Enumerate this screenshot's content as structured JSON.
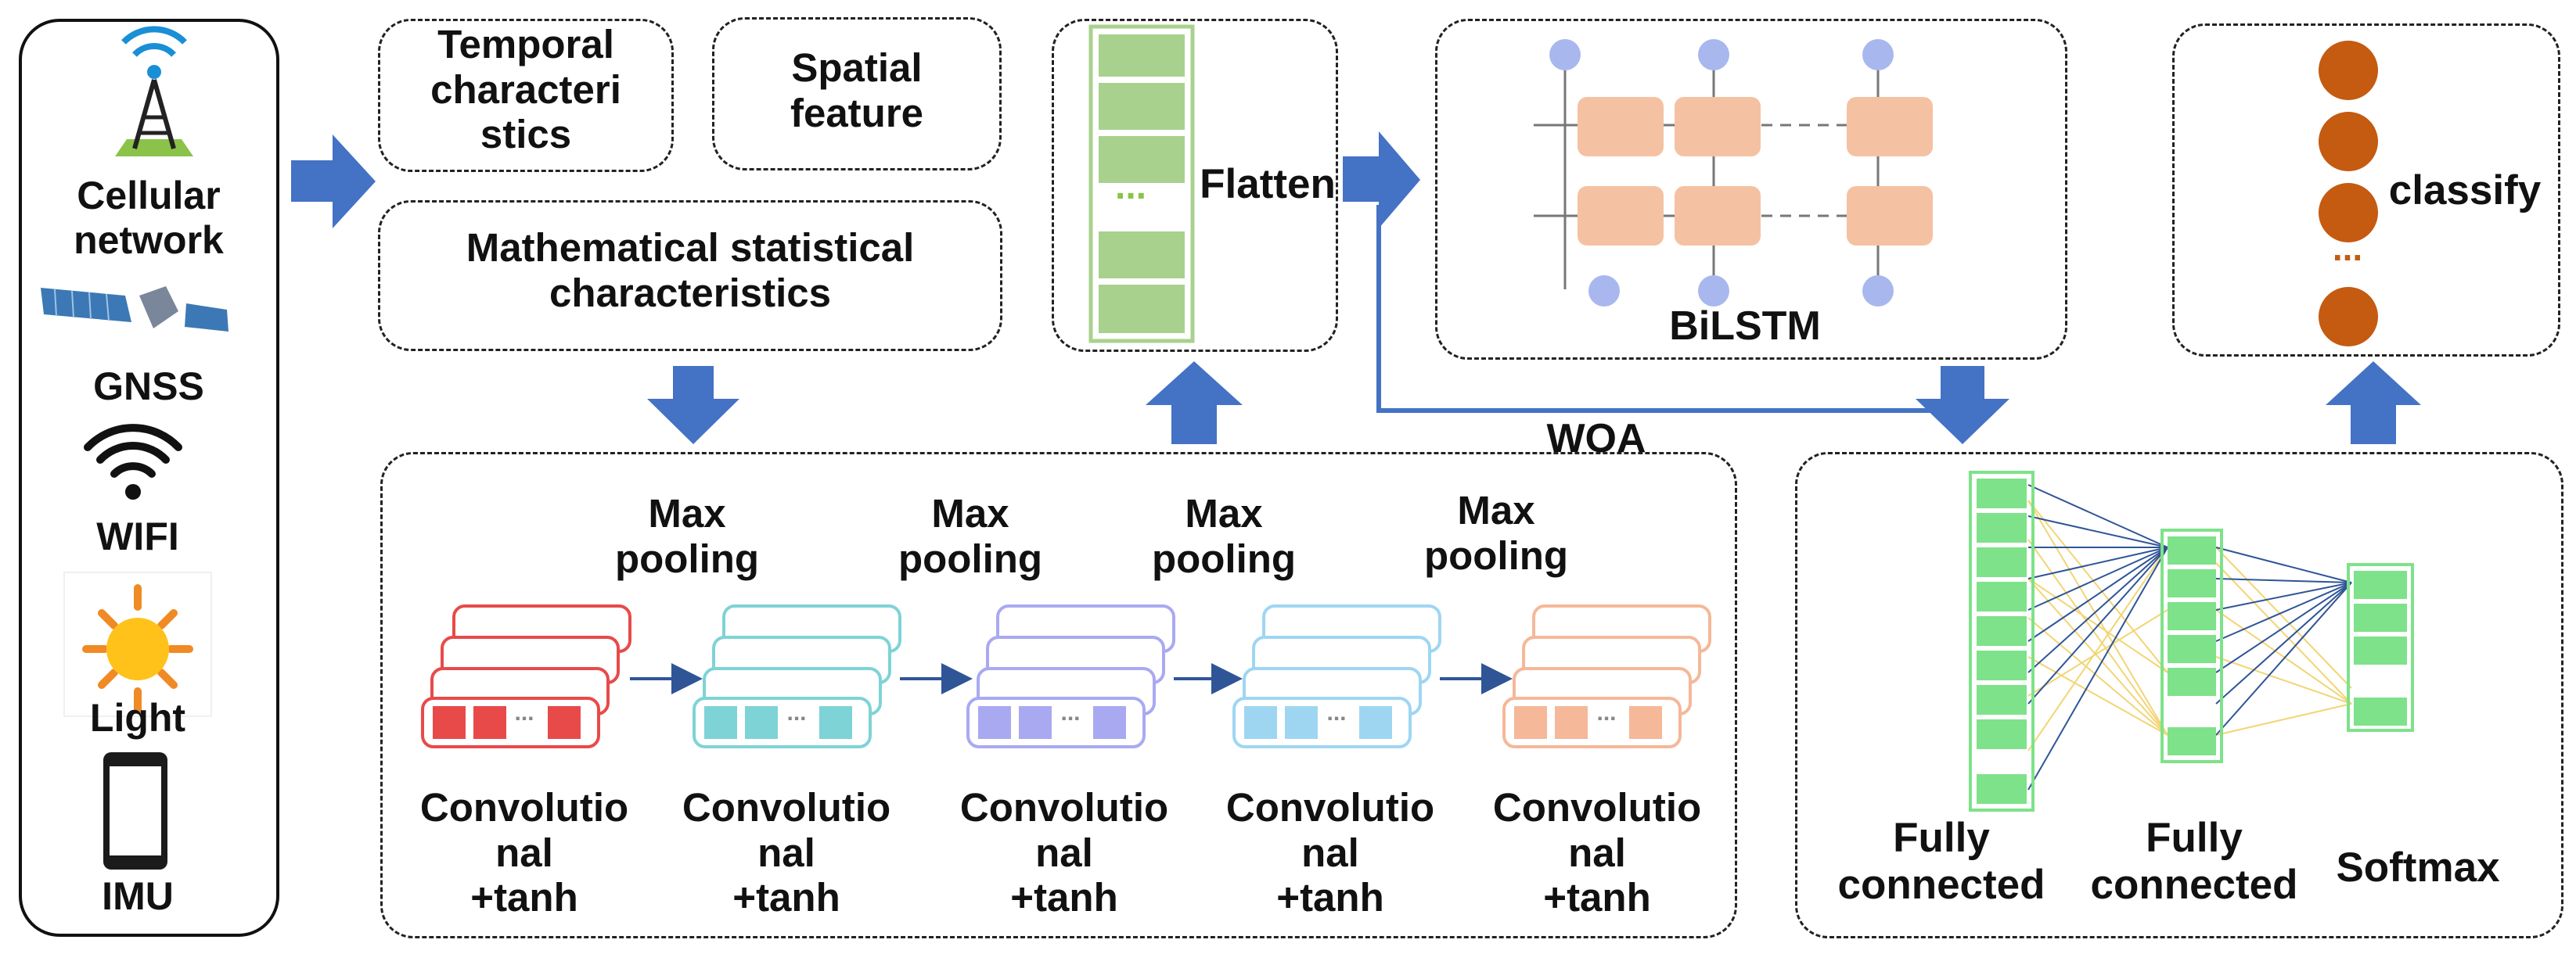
{
  "sensors": [
    {
      "label": "Cellular\nnetwork",
      "icon": "cell-tower-icon"
    },
    {
      "label": "GNSS",
      "icon": "satellite-icon"
    },
    {
      "label": "WIFI",
      "icon": "wifi-icon"
    },
    {
      "label": "Light",
      "icon": "sun-icon"
    },
    {
      "label": "IMU",
      "icon": "smartphone-icon"
    }
  ],
  "features": {
    "temporal": "Temporal\ncharacteri\nstics",
    "spatial": "Spatial\nfeature",
    "math": "Mathematical statistical\ncharacteristics"
  },
  "flatten": {
    "label": "Flatten",
    "ellipsis": "..."
  },
  "bilstm": {
    "label": "BiLSTM"
  },
  "woa": {
    "label": "WOA"
  },
  "classify": {
    "label": "classify",
    "ellipsis": "..."
  },
  "cnn": {
    "conv_label": "Convolutio\nnal\n+tanh",
    "conv_label_alt": "Convolutional\n+tanh",
    "conv_label_4": "Convolutio\nnal\n+tanh",
    "pool_label": "Max\npooling",
    "stack_ellipsis": "...",
    "stack_colors": [
      "#e84a4a",
      "#7ed3d6",
      "#a9a9f2",
      "#9ed6f2",
      "#f5b899"
    ]
  },
  "fc": {
    "fc1": "Fully\nconnected",
    "fc2": "Fully\nconnected",
    "softmax": "Softmax",
    "ellipsis": "..."
  },
  "colors": {
    "arrow_blue": "#4472c4",
    "flatten_green": "#a9d18e",
    "fc_green": "#7ee28a",
    "lstm_cell": "#f4c2a2",
    "lstm_node": "#a8b8ee",
    "classify_node": "#c55a11"
  }
}
